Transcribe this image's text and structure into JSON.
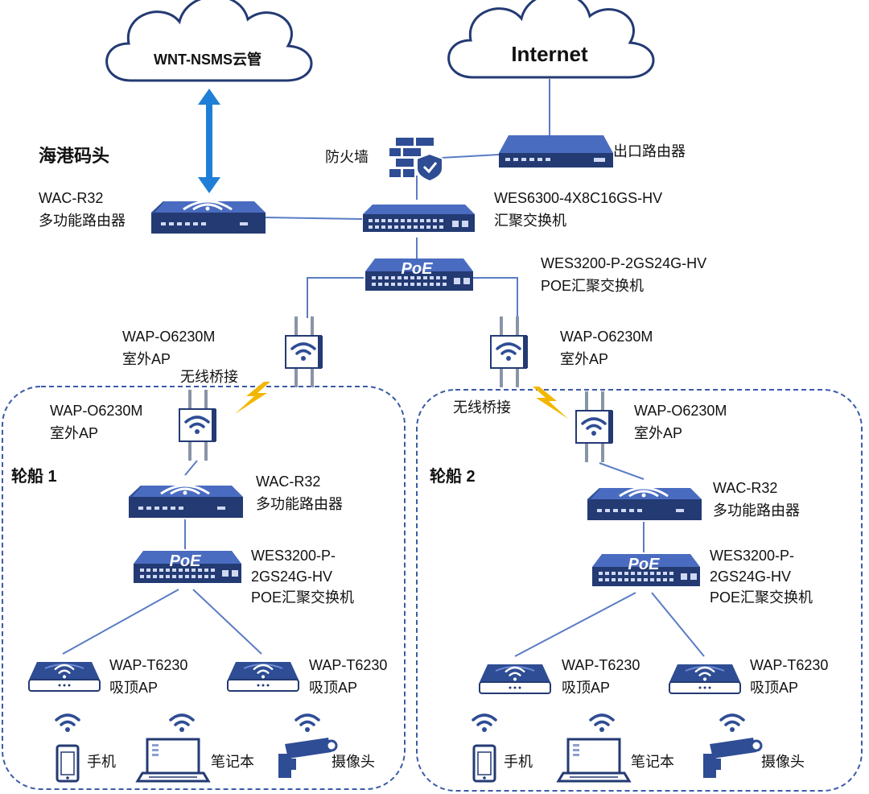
{
  "clouds": {
    "cloud_mgmt": "WNT-NSMS云管",
    "internet": "Internet"
  },
  "port": {
    "title": "海港码头",
    "firewall": "防火墙",
    "exit_router": "出口路由器",
    "core_switch": [
      "WES6300-4X8C16GS-HV",
      "汇聚交换机"
    ],
    "router": [
      "WAC-R32",
      "多功能路由器"
    ],
    "poe_switch": [
      "WES3200-P-2GS24G-HV",
      "POE汇聚交换机"
    ],
    "outdoor_ap_left": [
      "WAP-O6230M",
      "室外AP"
    ],
    "outdoor_ap_right": [
      "WAP-O6230M",
      "室外AP"
    ]
  },
  "bridge_label": "无线桥接",
  "poe_text": "PoE",
  "ships": [
    {
      "title": "轮船 1",
      "outdoor_ap": [
        "WAP-O6230M",
        "室外AP"
      ],
      "router": [
        "WAC-R32",
        "多功能路由器"
      ],
      "poe_switch": [
        "WES3200-P-",
        "2GS24G-HV",
        "POE汇聚交换机"
      ],
      "ceiling_ap_1": [
        "WAP-T6230",
        "吸顶AP"
      ],
      "ceiling_ap_2": [
        "WAP-T6230",
        "吸顶AP"
      ],
      "phone": "手机",
      "laptop": "笔记本",
      "camera": "摄像头"
    },
    {
      "title": "轮船 2",
      "outdoor_ap": [
        "WAP-O6230M",
        "室外AP"
      ],
      "router": [
        "WAC-R32",
        "多功能路由器"
      ],
      "poe_switch": [
        "WES3200-P-",
        "2GS24G-HV",
        "POE汇聚交换机"
      ],
      "ceiling_ap_1": [
        "WAP-T6230",
        "吸顶AP"
      ],
      "ceiling_ap_2": [
        "WAP-T6230",
        "吸顶AP"
      ],
      "phone": "手机",
      "laptop": "笔记本",
      "camera": "摄像头"
    }
  ],
  "colors": {
    "device_dark": "#233a73",
    "device_mid": "#2f4d94",
    "device_light": "#4a6cc0",
    "link": "#5a7cc4",
    "arrow": "#1f7fd6",
    "bolt": "#f2b705",
    "dashed": "#3b5ba8"
  }
}
